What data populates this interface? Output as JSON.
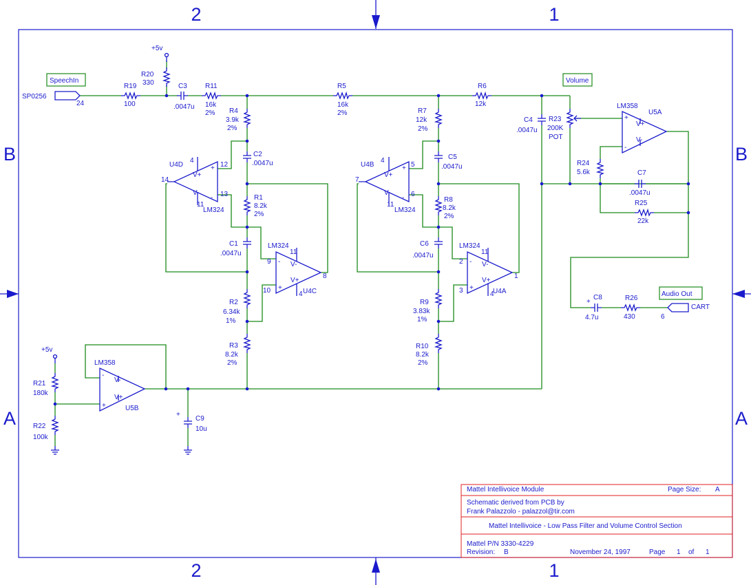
{
  "zones": {
    "top_left": "2",
    "top_right": "1",
    "left_upper": "B",
    "left_lower": "A",
    "right_upper": "B",
    "right_lower": "A",
    "bottom_left": "2",
    "bottom_right": "1"
  },
  "ports": {
    "speech_in": "SpeechIn",
    "sp0256": "SP0256",
    "sp_pin": "24",
    "volume": "Volume",
    "audio_out": "Audio Out",
    "cart": "CART",
    "cart_pin": "6"
  },
  "power": {
    "p5v_a": "+5v",
    "p5v_b": "+5v"
  },
  "components": {
    "r19": {
      "ref": "R19",
      "val": "100"
    },
    "r20": {
      "ref": "R20",
      "val": "330"
    },
    "c3": {
      "ref": "C3",
      "val": ".0047u"
    },
    "r11": {
      "ref": "R11",
      "val": "16k",
      "tol": "2%"
    },
    "r5": {
      "ref": "R5",
      "val": "16k",
      "tol": "2%"
    },
    "r6": {
      "ref": "R6",
      "val": "12k"
    },
    "r4": {
      "ref": "R4",
      "val": "3.9k",
      "tol": "2%"
    },
    "c2": {
      "ref": "C2",
      "val": ".0047u"
    },
    "r1": {
      "ref": "R1",
      "val": "8.2k",
      "tol": "2%"
    },
    "c1": {
      "ref": "C1",
      "val": ".0047u"
    },
    "r2": {
      "ref": "R2",
      "val": "6.34k",
      "tol": "1%"
    },
    "r3": {
      "ref": "R3",
      "val": "8.2k",
      "tol": "2%"
    },
    "r7": {
      "ref": "R7",
      "val": "12k",
      "tol": "2%"
    },
    "c5": {
      "ref": "C5",
      "val": ".0047u"
    },
    "r8": {
      "ref": "R8",
      "val": "8.2k",
      "tol": "2%"
    },
    "c6": {
      "ref": "C6",
      "val": ".0047u"
    },
    "r9": {
      "ref": "R9",
      "val": "3.83k",
      "tol": "1%"
    },
    "r10": {
      "ref": "R10",
      "val": "8.2k",
      "tol": "2%"
    },
    "c4": {
      "ref": "C4",
      "val": ".0047u"
    },
    "r23": {
      "ref": "R23",
      "val": "200K",
      "extra": "POT"
    },
    "r24": {
      "ref": "R24",
      "val": "5.6k"
    },
    "c7": {
      "ref": "C7",
      "val": ".0047u"
    },
    "r25": {
      "ref": "R25",
      "val": "22k"
    },
    "c8": {
      "ref": "C8",
      "val": "4.7u",
      "pol": "+"
    },
    "r26": {
      "ref": "R26",
      "val": "430"
    },
    "r21": {
      "ref": "R21",
      "val": "180k"
    },
    "r22": {
      "ref": "R22",
      "val": "100k"
    },
    "c9": {
      "ref": "C9",
      "val": "10u",
      "pol": "+"
    }
  },
  "opamps": {
    "u4d": {
      "ref": "U4D",
      "part": "LM324",
      "pin_a": "4",
      "pin_b": "11",
      "in_p": "12",
      "in_n": "13",
      "out": "14"
    },
    "u4c": {
      "ref": "U4C",
      "part": "LM324",
      "pin_a": "11",
      "pin_b": "4",
      "in_n": "9",
      "in_p": "10",
      "out": "8"
    },
    "u4b": {
      "ref": "U4B",
      "part": "LM324",
      "pin_a": "4",
      "pin_b": "11",
      "in_p": "5",
      "in_n": "6",
      "out": "7"
    },
    "u4a": {
      "ref": "U4A",
      "part": "LM324",
      "pin_a": "11",
      "pin_b": "4",
      "in_n": "2",
      "in_p": "3",
      "out": "1"
    },
    "u5a": {
      "ref": "U5A",
      "part": "LM358"
    },
    "u5b": {
      "ref": "U5B",
      "part": "LM358"
    },
    "sym": {
      "plus": "+",
      "minus": "-",
      "vp": "V+",
      "vm": "V-"
    }
  },
  "title_block": {
    "module": "Mattel Intellivoice Module",
    "page_size_label": "Page Size:",
    "page_size": "A",
    "derived": "Schematic derived from PCB by",
    "author": "Frank Palazzolo - palazzol@tir.com",
    "section": "Mattel Intellivoice - Low Pass Filter and Volume Control Section",
    "pn": "Mattel P/N 3330-4229",
    "revision_label": "Revision:",
    "revision": "B",
    "date": "November 24, 1997",
    "page_label": "Page",
    "page": "1",
    "of_label": "of",
    "pages": "1"
  },
  "colors": {
    "wire": "#1b8a1b",
    "component": "#1a1acc",
    "title_border": "#e02020"
  }
}
